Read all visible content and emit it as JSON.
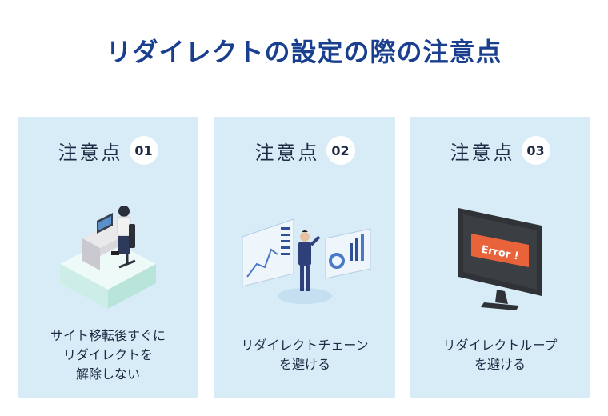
{
  "title": "リダイレクトの設定の際の注意点",
  "cards": [
    {
      "label": "注意点",
      "number": "01",
      "lines": [
        "サイト移転後すぐに",
        "リダイレクトを",
        "解除しない"
      ]
    },
    {
      "label": "注意点",
      "number": "02",
      "lines": [
        "リダイレクトチェーン",
        "を避ける"
      ]
    },
    {
      "label": "注意点",
      "number": "03",
      "lines": [
        "リダイレクトループ",
        "を避ける"
      ]
    }
  ],
  "error_screen": {
    "text": "Error !"
  },
  "colors": {
    "title": "#1a3f8f",
    "card_bg": "#d8ecf8",
    "text": "#1e2a44",
    "error": "#e8623a"
  },
  "icons": [
    "office-worker-desk-illustration",
    "presentation-charts-illustration",
    "error-monitor-illustration"
  ]
}
